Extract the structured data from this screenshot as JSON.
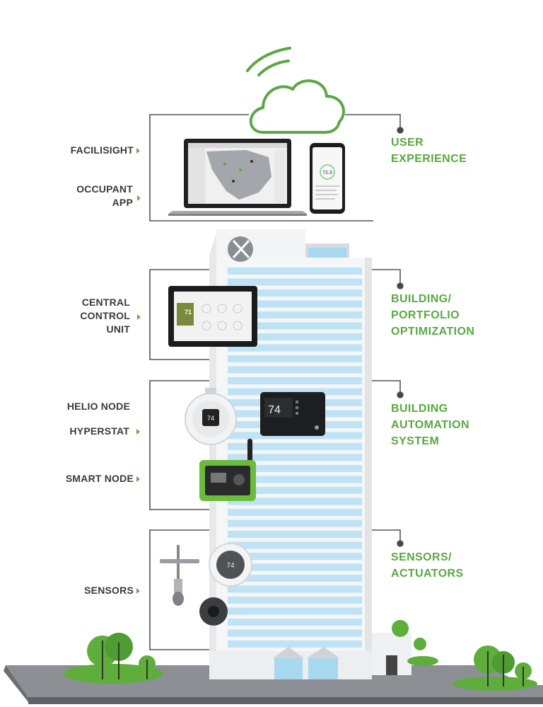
{
  "left_labels": {
    "facilisight": "FACILISIGHT",
    "occupant_app": [
      "OCCUPANT",
      "APP"
    ],
    "ccu": [
      "CENTRAL",
      "CONTROL",
      "UNIT"
    ],
    "helio_node": "HELIO NODE",
    "hyperstat": "HYPERSTAT",
    "smart_node": "SMART NODE",
    "sensors": "SENSORS"
  },
  "right_labels": {
    "user_experience": [
      "USER",
      "EXPERIENCE"
    ],
    "portfolio": [
      "BUILDING/",
      "PORTFOLIO",
      "OPTIMIZATION"
    ],
    "automation": [
      "BUILDING",
      "AUTOMATION",
      "SYSTEM"
    ],
    "sensors_actuators": [
      "SENSORS/",
      "ACTUATORS"
    ]
  },
  "device_readouts": {
    "phone_temp": "72.3",
    "ccu_temp": "71",
    "helio_temp": "74",
    "hyperstat_temp": "74",
    "sensor_temp": "74"
  },
  "colors": {
    "accent_green": "#5aa843",
    "label_gray": "#3a3a3a",
    "line_gray": "#555555",
    "window_blue": "#bfe3f5",
    "tree_green": "#5fae3c"
  }
}
